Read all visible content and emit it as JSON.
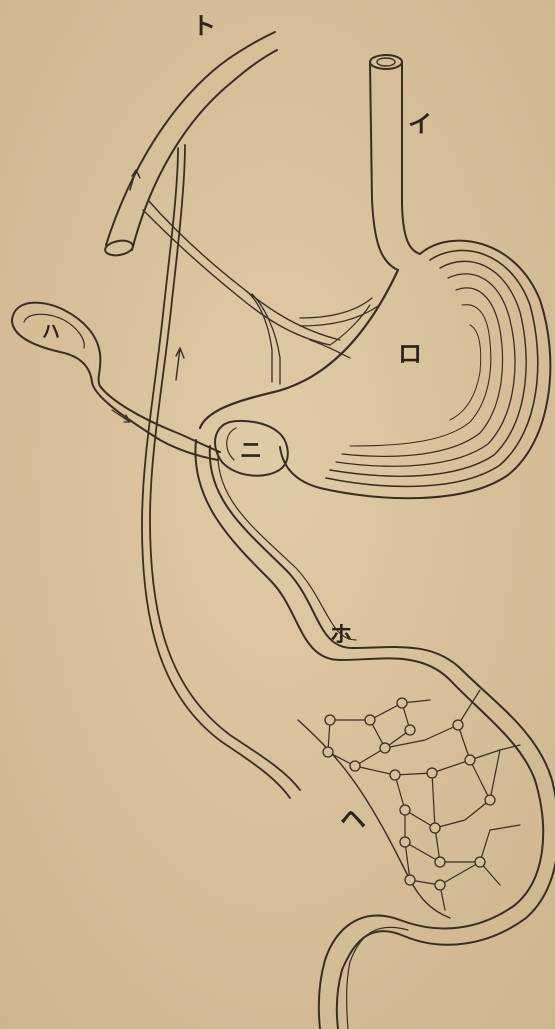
{
  "labels": {
    "i": "イ",
    "ro": "ロ",
    "ha": "ハ",
    "ni": "ニ",
    "ho": "ホ",
    "he": "ヘ",
    "to": "ト"
  },
  "colors": {
    "paper": "#d8c29c",
    "ink": "#3a2e22"
  }
}
